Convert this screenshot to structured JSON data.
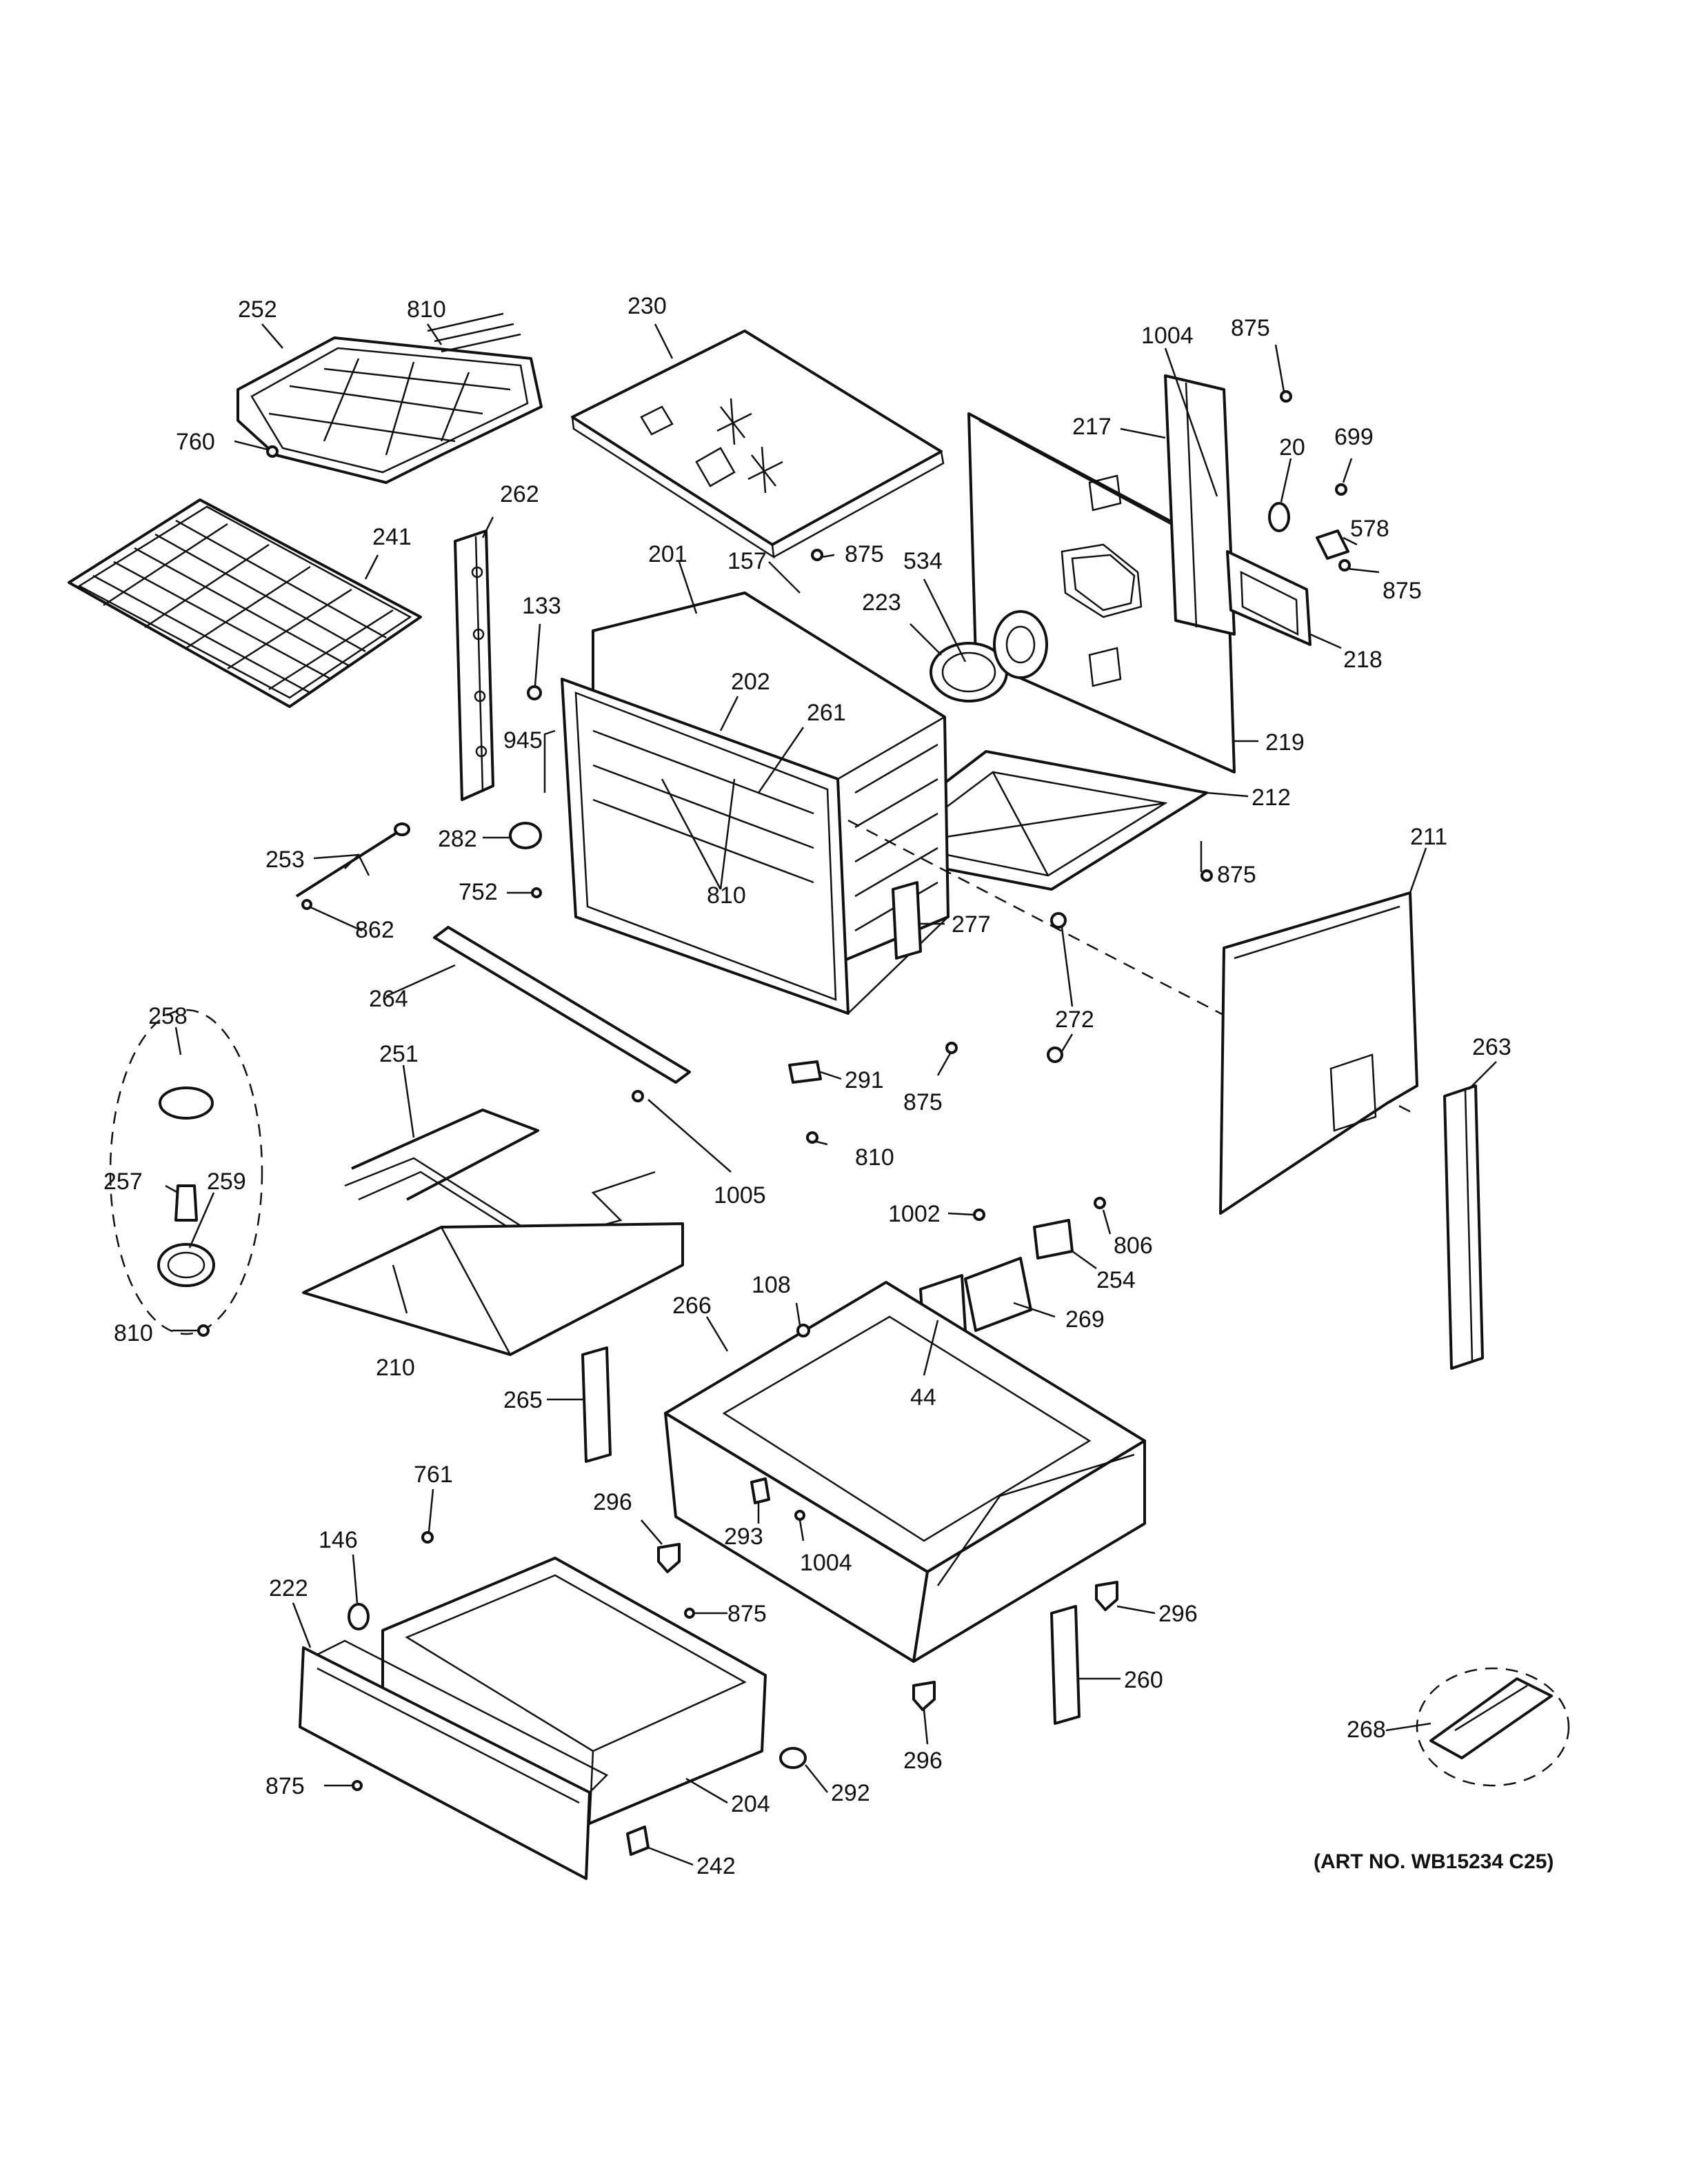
{
  "art_number": "(ART NO. WB15234 C25)",
  "callouts": [
    {
      "id": "c1",
      "label": "252"
    },
    {
      "id": "c2",
      "label": "810"
    },
    {
      "id": "c3",
      "label": "760"
    },
    {
      "id": "c4",
      "label": "241"
    },
    {
      "id": "c5",
      "label": "262"
    },
    {
      "id": "c6",
      "label": "230"
    },
    {
      "id": "c7",
      "label": "1004"
    },
    {
      "id": "c8",
      "label": "875"
    },
    {
      "id": "c9",
      "label": "217"
    },
    {
      "id": "c10",
      "label": "20"
    },
    {
      "id": "c11",
      "label": "699"
    },
    {
      "id": "c12",
      "label": "578"
    },
    {
      "id": "c13",
      "label": "875"
    },
    {
      "id": "c14",
      "label": "218"
    },
    {
      "id": "c15",
      "label": "201"
    },
    {
      "id": "c16",
      "label": "157"
    },
    {
      "id": "c17",
      "label": "875"
    },
    {
      "id": "c18",
      "label": "534"
    },
    {
      "id": "c19",
      "label": "223"
    },
    {
      "id": "c20",
      "label": "133"
    },
    {
      "id": "c21",
      "label": "202"
    },
    {
      "id": "c22",
      "label": "261"
    },
    {
      "id": "c23",
      "label": "945"
    },
    {
      "id": "c24",
      "label": "219"
    },
    {
      "id": "c25",
      "label": "212"
    },
    {
      "id": "c26",
      "label": "282"
    },
    {
      "id": "c27",
      "label": "253"
    },
    {
      "id": "c28",
      "label": "752"
    },
    {
      "id": "c29",
      "label": "810"
    },
    {
      "id": "c30",
      "label": "875"
    },
    {
      "id": "c31",
      "label": "211"
    },
    {
      "id": "c32",
      "label": "862"
    },
    {
      "id": "c33",
      "label": "277"
    },
    {
      "id": "c34",
      "label": "264"
    },
    {
      "id": "c35",
      "label": "272"
    },
    {
      "id": "c36",
      "label": "258"
    },
    {
      "id": "c37",
      "label": "251"
    },
    {
      "id": "c38",
      "label": "263"
    },
    {
      "id": "c39",
      "label": "291"
    },
    {
      "id": "c40",
      "label": "875"
    },
    {
      "id": "c41",
      "label": "257"
    },
    {
      "id": "c42",
      "label": "259"
    },
    {
      "id": "c43",
      "label": "810"
    },
    {
      "id": "c44",
      "label": "1005"
    },
    {
      "id": "c45",
      "label": "1002"
    },
    {
      "id": "c46",
      "label": "806"
    },
    {
      "id": "c47",
      "label": "254"
    },
    {
      "id": "c48",
      "label": "810"
    },
    {
      "id": "c49",
      "label": "108"
    },
    {
      "id": "c50",
      "label": "266"
    },
    {
      "id": "c51",
      "label": "269"
    },
    {
      "id": "c52",
      "label": "210"
    },
    {
      "id": "c53",
      "label": "44"
    },
    {
      "id": "c54",
      "label": "265"
    },
    {
      "id": "c55",
      "label": "761"
    },
    {
      "id": "c56",
      "label": "296"
    },
    {
      "id": "c57",
      "label": "293"
    },
    {
      "id": "c58",
      "label": "1004"
    },
    {
      "id": "c59",
      "label": "146"
    },
    {
      "id": "c60",
      "label": "222"
    },
    {
      "id": "c61",
      "label": "875"
    },
    {
      "id": "c62",
      "label": "296"
    },
    {
      "id": "c63",
      "label": "260"
    },
    {
      "id": "c64",
      "label": "268"
    },
    {
      "id": "c65",
      "label": "296"
    },
    {
      "id": "c66",
      "label": "875"
    },
    {
      "id": "c67",
      "label": "292"
    },
    {
      "id": "c68",
      "label": "204"
    },
    {
      "id": "c69",
      "label": "242"
    }
  ]
}
